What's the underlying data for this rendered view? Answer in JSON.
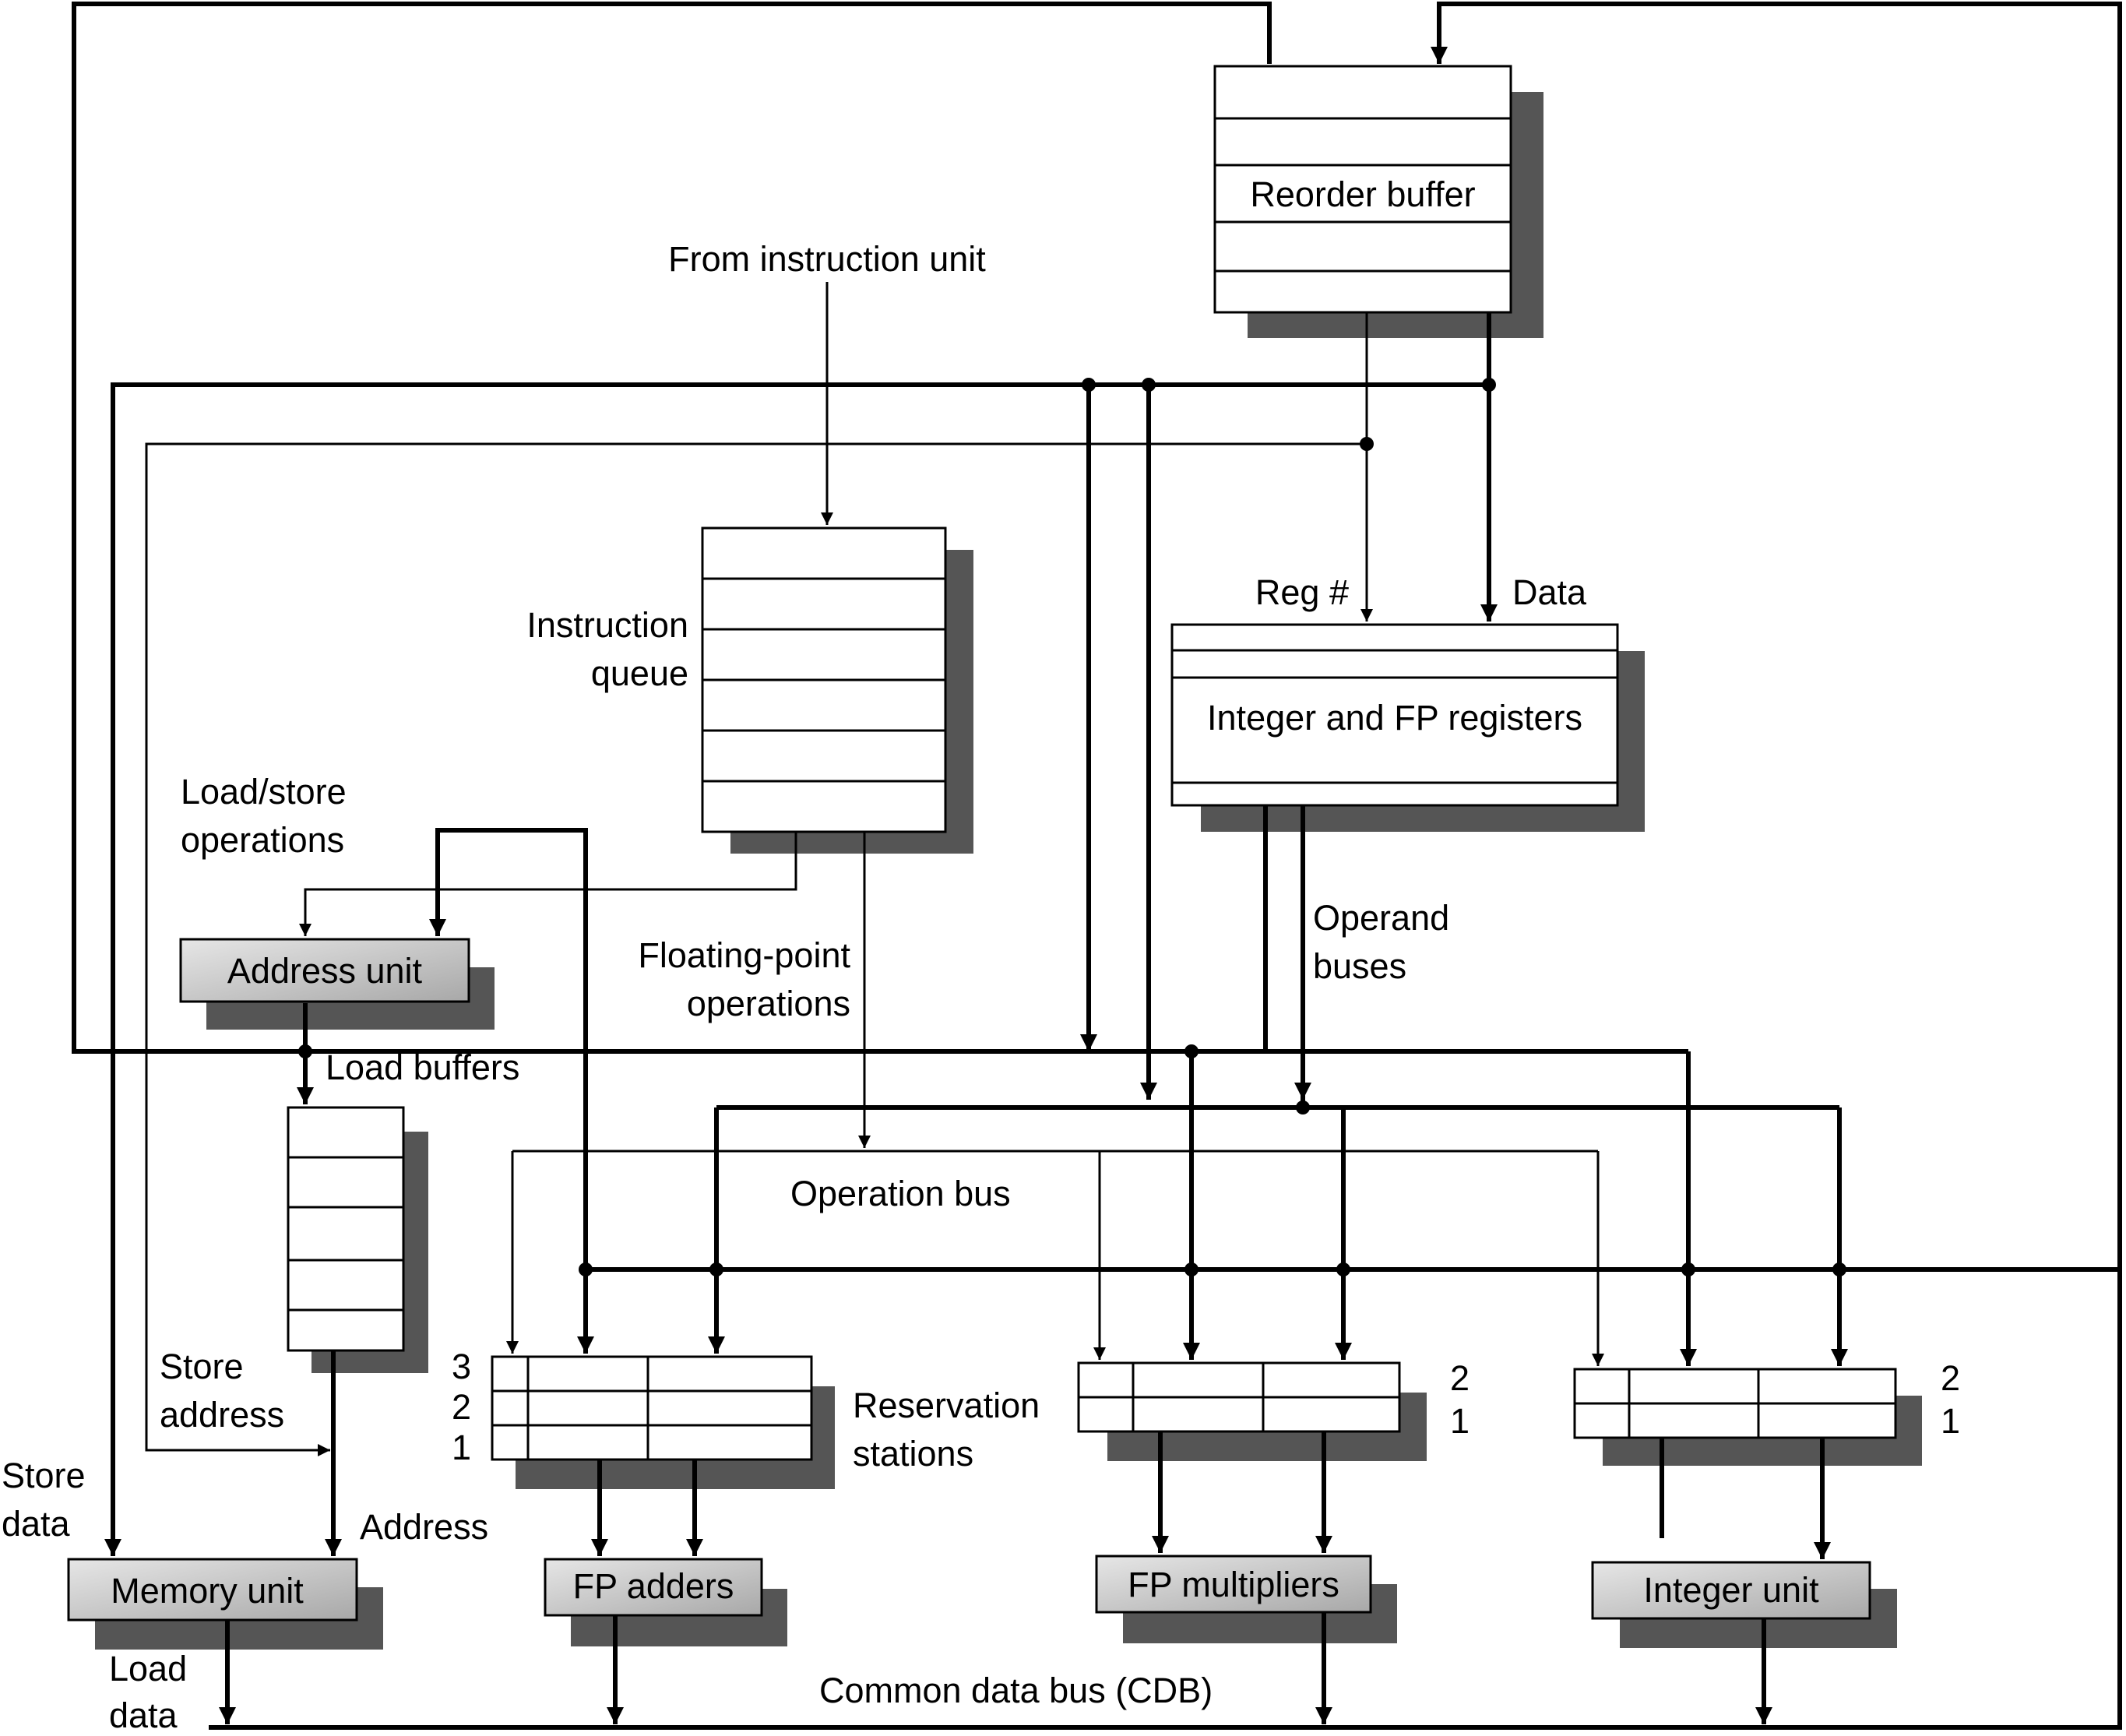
{
  "labels": {
    "reorder_buffer": "Reorder buffer",
    "from_instruction_unit": "From instruction unit",
    "instruction_queue_line1": "Instruction",
    "instruction_queue_line2": "queue",
    "reg_num": "Reg #",
    "data": "Data",
    "registers": "Integer and FP registers",
    "load_store_line1": "Load/store",
    "load_store_line2": "operations",
    "address_unit": "Address unit",
    "fp_ops_line1": "Floating-point",
    "fp_ops_line2": "operations",
    "operand_buses_line1": "Operand",
    "operand_buses_line2": "buses",
    "load_buffers": "Load buffers",
    "operation_bus": "Operation bus",
    "store_address_line1": "Store",
    "store_address_line2": "address",
    "store_data_line1": "Store",
    "store_data_line2": "data",
    "address": "Address",
    "reservation_stations_line1": "Reservation",
    "reservation_stations_line2": "stations",
    "rs_fp_add_3": "3",
    "rs_fp_add_2": "2",
    "rs_fp_add_1": "1",
    "rs_fp_mul_2": "2",
    "rs_fp_mul_1": "1",
    "rs_int_2": "2",
    "rs_int_1": "1",
    "memory_unit": "Memory unit",
    "fp_adders": "FP adders",
    "fp_multipliers": "FP multipliers",
    "integer_unit": "Integer unit",
    "load_data_line1": "Load",
    "load_data_line2": "data",
    "cdb": "Common data bus (CDB)"
  },
  "colors": {
    "line": "#000000",
    "shadow": "#555555",
    "unit_fill_light": "#e6e6e6",
    "unit_fill_dark": "#a8a8a8"
  }
}
